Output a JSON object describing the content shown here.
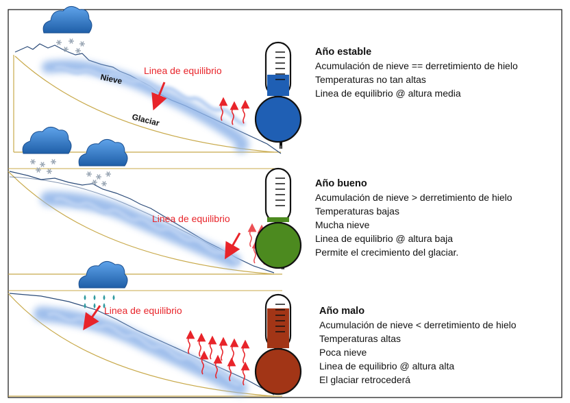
{
  "panels": [
    {
      "title": "Año estable",
      "lines": [
        "Acumulación de nieve == derretimiento de hielo",
        "Temperaturas  no tan altas",
        "Linea de equilibrio @ altura media"
      ],
      "equilibrium_label": "Linea de equilibrio",
      "snow_label": "Nieve",
      "glacier_label": "Glaciar",
      "thermometer_level": 0.45,
      "thermometer_color": "#1f5fb4"
    },
    {
      "title": "Año bueno",
      "lines": [
        "Acumulación de nieve > derretimiento de hielo",
        "Temperaturas  bajas",
        "Mucha nieve",
        "Linea de equilibrio @ altura baja",
        "Permite el crecimiento del glaciar."
      ],
      "equilibrium_label": "Linea de equilibrio",
      "thermometer_level": 0.1,
      "thermometer_color": "#4c8a1f"
    },
    {
      "title": "Año malo",
      "lines": [
        "Acumulación de nieve < derretimiento de hielo",
        "Temperaturas  altas",
        "Poca nieve",
        "Linea de equilibrio @ altura alta",
        "El glaciar retrocederá"
      ],
      "equilibrium_label": "Linea de equilibrio",
      "thermometer_level": 0.85,
      "thermometer_color": "#a23516"
    }
  ],
  "colors": {
    "annotation_red": "#e8242a",
    "glacier_blue": "#8fb4e8",
    "ground_line": "#c8a94a"
  }
}
